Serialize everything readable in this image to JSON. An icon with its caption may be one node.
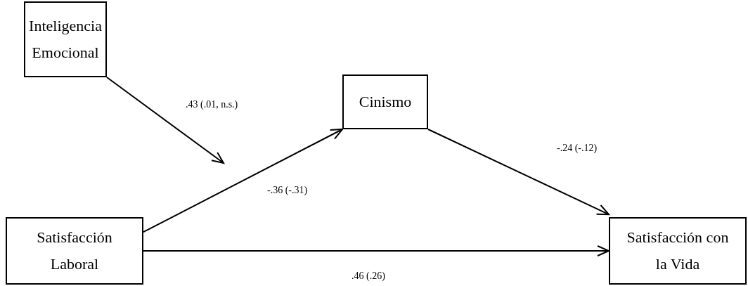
{
  "diagram": {
    "nodes": [
      {
        "text": [
          "Inteligencia Emocional"
        ]
      },
      {
        "text": [
          "Cinismo"
        ]
      },
      {
        "text": [
          "Satisfacción Laboral"
        ]
      },
      {
        "text": [
          "Satisfacción con la Vida"
        ]
      }
    ],
    "edges": [
      {
        "from": 0,
        "to": null,
        "arrow": "to",
        "label": ".43 (.01, n.s.)"
      },
      {
        "from": 2,
        "to": 1,
        "arrow": "to",
        "label": "-.36 (-.31)"
      },
      {
        "from": 1,
        "to": 3,
        "arrow": "to",
        "label": "-.24 (-.12)"
      },
      {
        "from": 2,
        "to": 3,
        "arrow": "to",
        "label": ".46 (.26)"
      }
    ]
  }
}
